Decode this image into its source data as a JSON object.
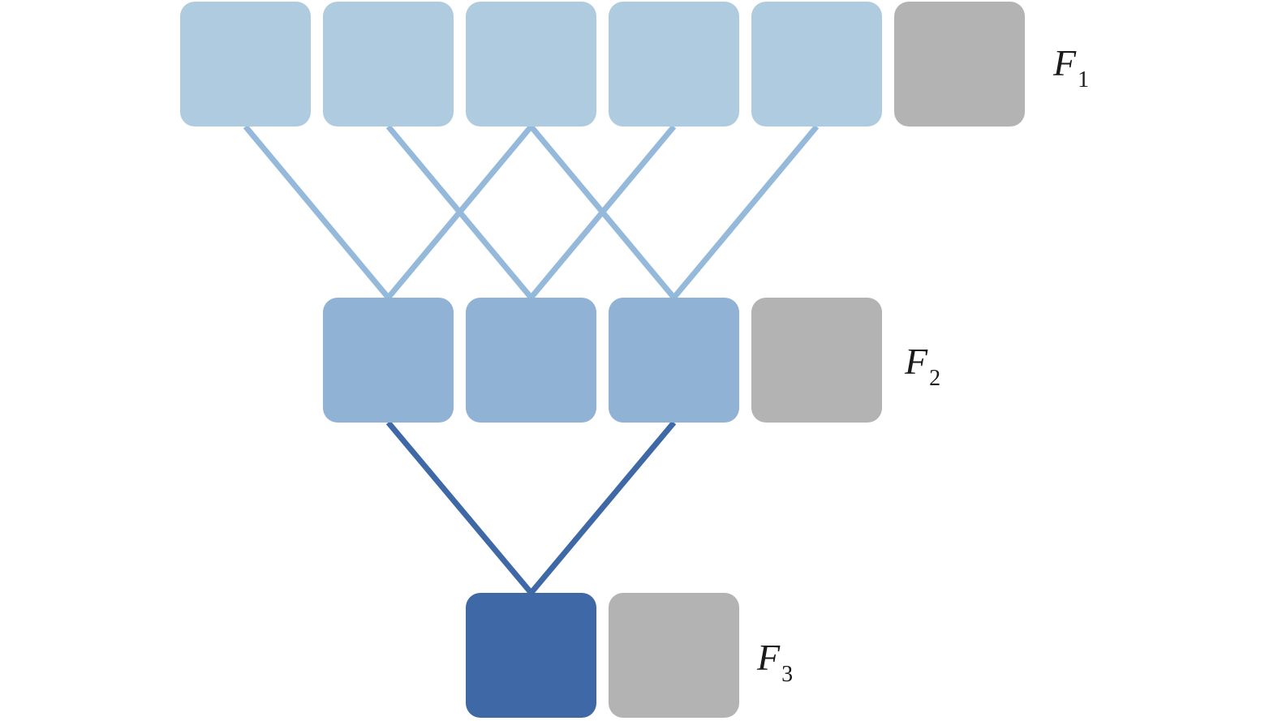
{
  "colors": {
    "layer1_node": "#afcbe0",
    "layer1_edge": "#94b9da",
    "layer2_node": "#90b3d5",
    "layer2_edge": "#3e69a6",
    "layer3_node": "#3e69a6",
    "padding_node": "#b3b3b3"
  },
  "layers": [
    {
      "label": "F",
      "subscript": "1",
      "nodes": [
        "data",
        "data",
        "data",
        "data",
        "data",
        "padding"
      ]
    },
    {
      "label": "F",
      "subscript": "2",
      "nodes": [
        "data",
        "data",
        "data",
        "padding"
      ]
    },
    {
      "label": "F",
      "subscript": "3",
      "nodes": [
        "data",
        "padding"
      ]
    }
  ],
  "edges": [
    {
      "from": [
        0,
        0
      ],
      "to": [
        1,
        0
      ]
    },
    {
      "from": [
        0,
        2
      ],
      "to": [
        1,
        0
      ]
    },
    {
      "from": [
        0,
        1
      ],
      "to": [
        1,
        1
      ]
    },
    {
      "from": [
        0,
        3
      ],
      "to": [
        1,
        1
      ]
    },
    {
      "from": [
        0,
        2
      ],
      "to": [
        1,
        2
      ]
    },
    {
      "from": [
        0,
        4
      ],
      "to": [
        1,
        2
      ]
    },
    {
      "from": [
        1,
        0
      ],
      "to": [
        2,
        0
      ]
    },
    {
      "from": [
        1,
        2
      ],
      "to": [
        2,
        0
      ]
    }
  ]
}
